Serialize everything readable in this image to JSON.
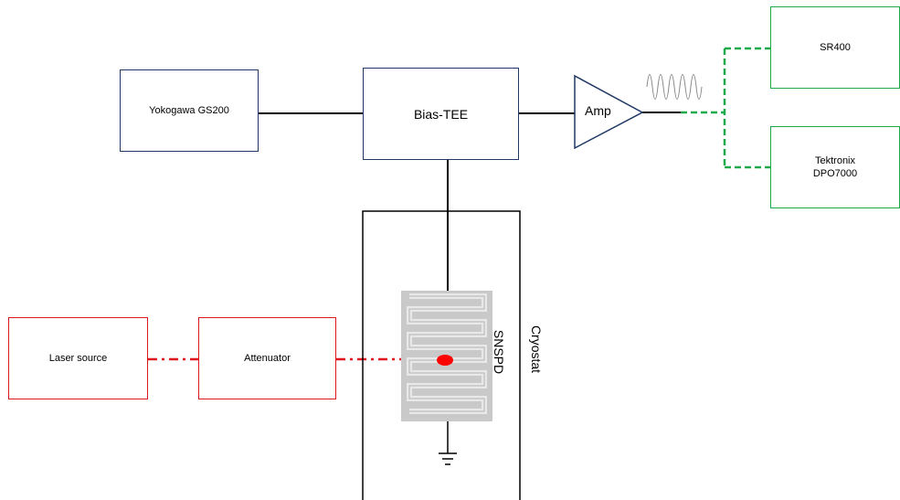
{
  "diagram": {
    "nodes": {
      "yokogawa": "Yokogawa GS200",
      "bias_tee": "Bias-TEE",
      "amp": "Amp",
      "sr400": "SR400",
      "tektronix_line1": "Tektronix",
      "tektronix_line2": "DPO7000",
      "laser": "Laser source",
      "attenuator": "Attenuator",
      "snspd": "SNSPD",
      "cryostat": "Cryostat"
    },
    "colors": {
      "electrical": "#1f3864",
      "optical": "#e0161e",
      "output": "#1faa4a",
      "detector": "#c9c9c9",
      "spot": "#ff0000"
    }
  }
}
